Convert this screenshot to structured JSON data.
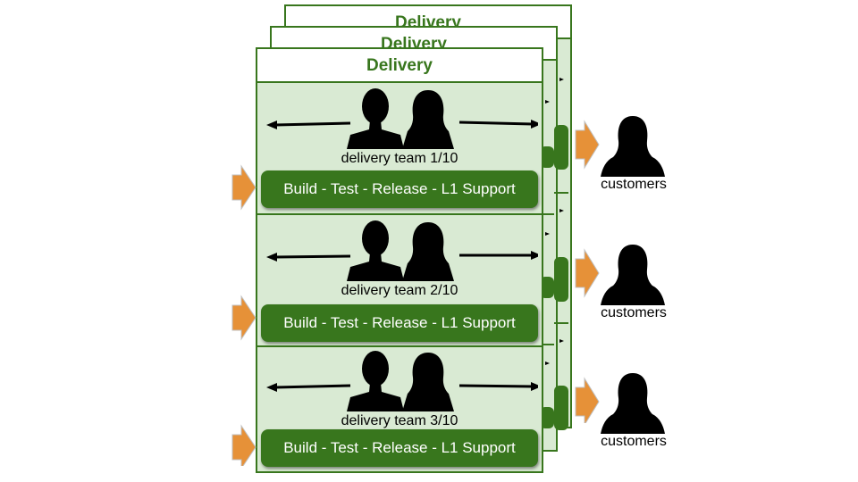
{
  "stack": {
    "back_titles": [
      "Delivery",
      "Delivery"
    ],
    "title": "Delivery"
  },
  "teams": [
    {
      "label": "delivery team 1/10",
      "activity": "Build - Test - Release - L1 Support"
    },
    {
      "label": "delivery team 2/10",
      "activity": "Build - Test - Release - L1 Support"
    },
    {
      "label": "delivery team 3/10",
      "activity": "Build - Test - Release - L1 Support"
    }
  ],
  "customers": [
    {
      "label": "customers"
    },
    {
      "label": "customers"
    },
    {
      "label": "customers"
    }
  ],
  "colors": {
    "panel_fill": "#d9ead3",
    "border_green": "#38761d",
    "input_arrow": "#e69138",
    "silhouette": "#000000"
  },
  "icons": [
    "person-male-icon",
    "person-female-icon",
    "customer-icon",
    "double-arrow-icon",
    "input-arrow-icon"
  ]
}
